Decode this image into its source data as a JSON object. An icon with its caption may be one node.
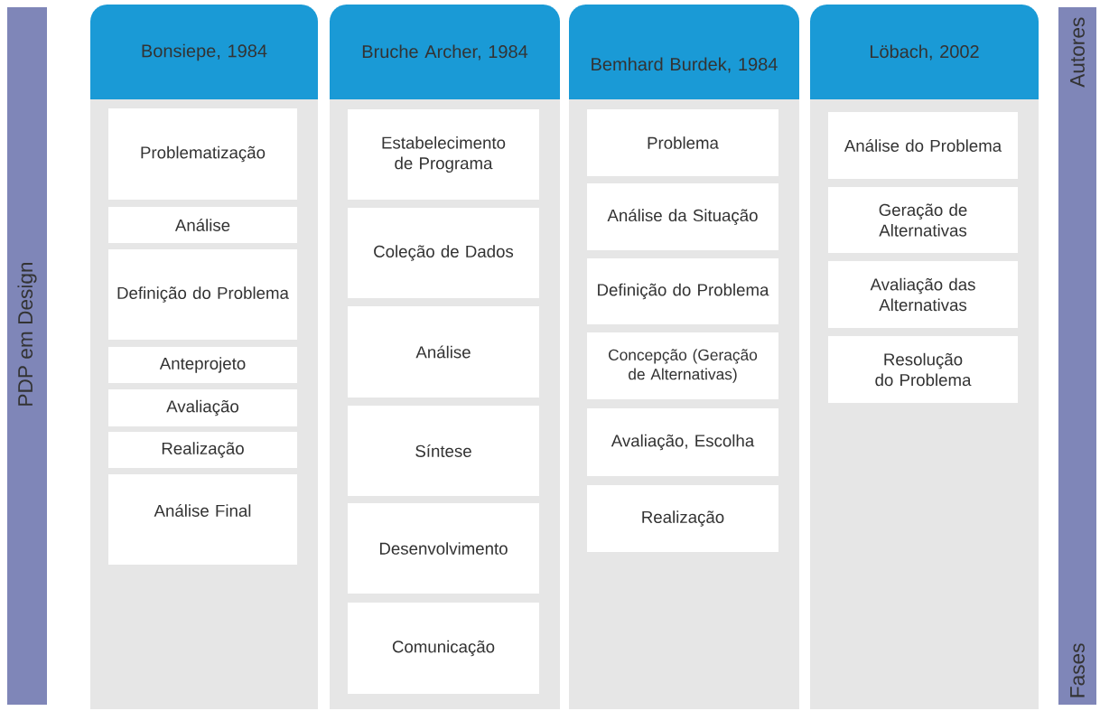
{
  "diagram": {
    "nodes": [
      {
        "text": [
          "PDP em Design"
        ]
      },
      {
        "text": [
          "Bonsiepe, 1984"
        ]
      },
      {
        "text": [
          "Problematização"
        ],
        "in": 1
      },
      {
        "text": [
          "Análise"
        ],
        "in": 1
      },
      {
        "text": [
          "Definição do Problema"
        ],
        "in": 1
      },
      {
        "text": [
          "Anteprojeto"
        ],
        "in": 1
      },
      {
        "text": [
          "Avaliação"
        ],
        "in": 1
      },
      {
        "text": [
          "Realização"
        ],
        "in": 1
      },
      {
        "text": [
          "Análise Final"
        ],
        "in": 1
      },
      {
        "text": [
          "Bruche Archer, 1984"
        ]
      },
      {
        "text": [
          "Estabelecimento de Programa"
        ],
        "in": 9
      },
      {
        "text": [
          "Coleção de Dados"
        ],
        "in": 9
      },
      {
        "text": [
          "Análise"
        ],
        "in": 9
      },
      {
        "text": [
          "Síntese"
        ],
        "in": 9
      },
      {
        "text": [
          "Desenvolvimento"
        ],
        "in": 9
      },
      {
        "text": [
          "Comunicação"
        ],
        "in": 9
      },
      {
        "text": [
          "Bemhard Burdek, 1984"
        ]
      },
      {
        "text": [
          "Problema"
        ],
        "in": 16
      },
      {
        "text": [
          "Análise da Situação"
        ],
        "in": 16
      },
      {
        "text": [
          "Definição do Problema"
        ],
        "in": 16
      },
      {
        "text": [
          "Concepção (Geração de Alternativas)"
        ],
        "in": 16
      },
      {
        "text": [
          "Avaliação, Escolha"
        ],
        "in": 16
      },
      {
        "text": [
          "Realização"
        ],
        "in": 16
      },
      {
        "text": [
          "Löbach, 2002"
        ]
      },
      {
        "text": [
          "Análise do Problema"
        ],
        "in": 23
      },
      {
        "text": [
          "Geração de Alternativas"
        ],
        "in": 23
      },
      {
        "text": [
          "Avaliação das Alternativas"
        ],
        "in": 23
      },
      {
        "text": [
          "Resolução do Problema"
        ],
        "in": 23
      },
      {
        "text": [
          "Autores",
          "Fases"
        ]
      }
    ]
  }
}
